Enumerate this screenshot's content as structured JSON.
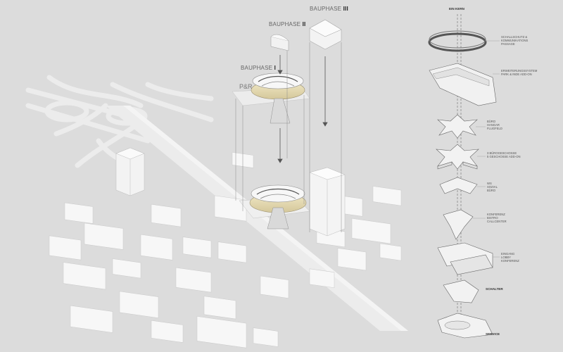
{
  "phases": {
    "p1": {
      "label": "BAUPHASE",
      "numeral": "I"
    },
    "p2": {
      "label": "BAUPHASE",
      "numeral": "II"
    },
    "p3": {
      "label": "BAUPHASE",
      "numeral": "III"
    }
  },
  "park_ride": "P&R",
  "core_title": "EIN KERN",
  "legend": [
    {
      "lines": [
        "SCHALLSCHUTZ &",
        "KOMMUNIKATIONS",
        "PASSAGE"
      ]
    },
    {
      "lines": [
        "ERWEITERUNGSSYSTEM",
        "PARK & INDE ADD-ON"
      ]
    },
    {
      "lines": [
        "BÜRO",
        "HANGAR",
        "FLUGFELD"
      ]
    },
    {
      "lines": [
        "3 BÜROGESCHOSSE",
        "5 GESCHOSSE ADD-ON"
      ]
    },
    {
      "lines": [
        "WS",
        "SOZIAL",
        "BÜRO"
      ]
    },
    {
      "lines": [
        "KONFERENZ",
        "BISTRO",
        "CALLCENTER"
      ]
    },
    {
      "lines": [
        "EINGANG",
        "LOBBY",
        "KONFERENZ"
      ]
    }
  ],
  "schalter": "SCHALTER",
  "service": "SERVICE"
}
